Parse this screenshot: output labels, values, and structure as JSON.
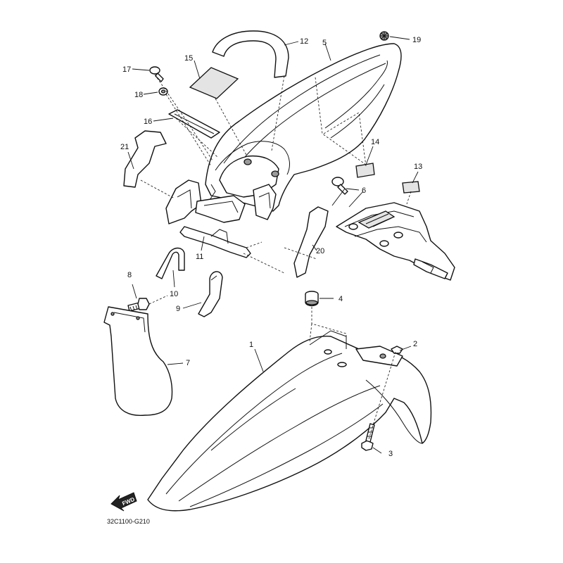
{
  "callouts": [
    {
      "id": "1",
      "label": "1"
    },
    {
      "id": "2",
      "label": "2"
    },
    {
      "id": "3",
      "label": "3"
    },
    {
      "id": "4",
      "label": "4"
    },
    {
      "id": "5",
      "label": "5"
    },
    {
      "id": "6",
      "label": "6"
    },
    {
      "id": "7",
      "label": "7"
    },
    {
      "id": "8",
      "label": "8"
    },
    {
      "id": "9",
      "label": "9"
    },
    {
      "id": "10",
      "label": "10"
    },
    {
      "id": "11",
      "label": "11"
    },
    {
      "id": "12",
      "label": "12"
    },
    {
      "id": "13",
      "label": "13"
    },
    {
      "id": "14",
      "label": "14"
    },
    {
      "id": "15",
      "label": "15"
    },
    {
      "id": "16",
      "label": "16"
    },
    {
      "id": "17",
      "label": "17"
    },
    {
      "id": "18",
      "label": "18"
    },
    {
      "id": "19",
      "label": "19"
    },
    {
      "id": "20",
      "label": "20"
    },
    {
      "id": "21",
      "label": "21"
    }
  ],
  "diagram_code": "32C1100-G210",
  "fwd_label": "FWD",
  "icons": [
    "fwd-arrow-icon"
  ]
}
